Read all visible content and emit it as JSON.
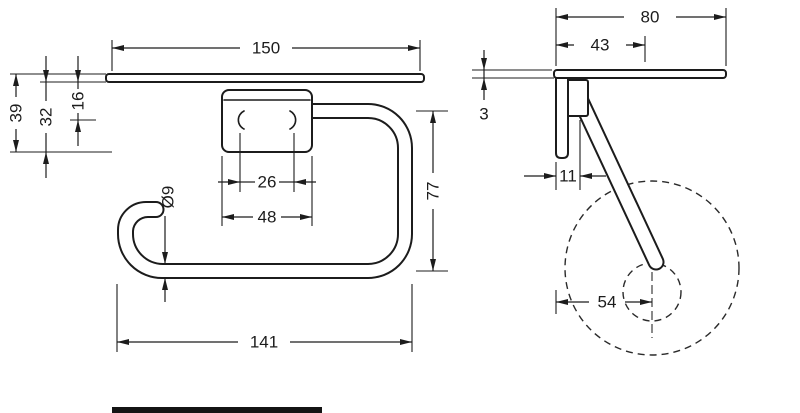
{
  "drawing": {
    "type": "technical-dimension-drawing",
    "colors": {
      "ink": "#1c1c1c",
      "background": "#ffffff"
    }
  },
  "front_view": {
    "d150": "150",
    "d39": "39",
    "d32": "32",
    "d16": "16",
    "d9": "Ø9",
    "d26": "26",
    "d48": "48",
    "d141": "141",
    "d77": "77"
  },
  "side_view": {
    "d80": "80",
    "d43": "43",
    "d3": "3",
    "d11": "11",
    "d54": "54"
  }
}
